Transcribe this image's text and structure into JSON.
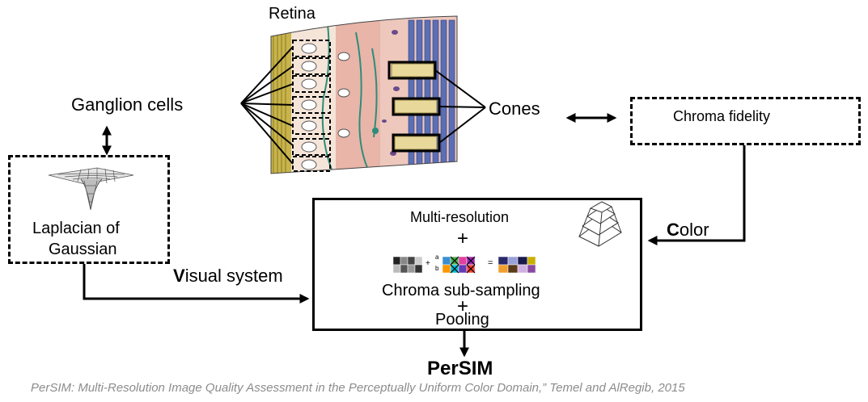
{
  "labels": {
    "retina": "Retina",
    "ganglion": "Ganglion cells",
    "cones": "Cones",
    "chroma_fidelity": "Chroma fidelity",
    "log_line1": "Laplacian of",
    "log_line2": "Gaussian",
    "visual_initial": "V",
    "visual_rest": "isual system",
    "color_initial": "C",
    "color_rest": "olor",
    "multires": "Multi-resolution",
    "plus1": "+",
    "chroma_sub": "Chroma sub-sampling",
    "plus2": "+",
    "pooling": "Pooling",
    "persim": "PerSIM",
    "citation": "PerSIM: Multi-Resolution Image Quality Assessment in the Perceptually Uniform Color Domain,” Temel and AlRegib, 2015",
    "chroma_a": "a",
    "chroma_b": "b",
    "chroma_plus": "+",
    "chroma_eq": "="
  },
  "colors": {
    "citation": "#8c8c8c",
    "rod_blue": "#5b6fb4",
    "cone_yellow": "#e8d89a",
    "tissue_pink": "#e8b5a8",
    "layer_yellow": "#c8b44a",
    "cell_green": "#2e8c7a"
  },
  "icons": [
    "retina-illustration",
    "laplacian-of-gaussian-icon",
    "pyramid-icon",
    "chroma-subsampling-icon"
  ]
}
